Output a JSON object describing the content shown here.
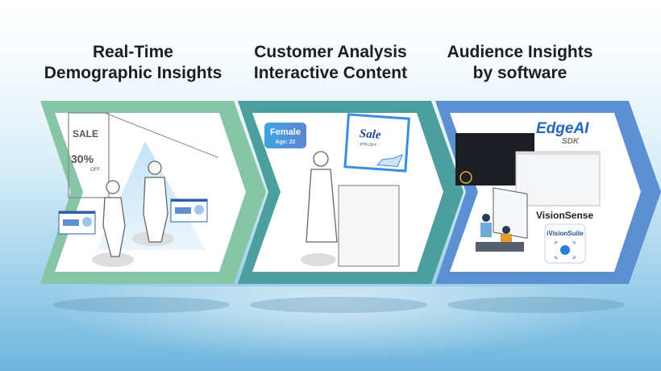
{
  "panels": [
    {
      "title_line1": "Real-Time",
      "title_line2": "Demographic Insights",
      "color": "#86c6a6",
      "sign_sale": "SALE",
      "sign_discount": "30%",
      "sign_off": "OFF"
    },
    {
      "title_line1": "Customer Analysis",
      "title_line2": "Interactive Content",
      "color": "#4d9f9e",
      "badge_gender": "Female",
      "badge_age": "Age: 22",
      "screen_sale": "Sale",
      "screen_discount": "40% OFF"
    },
    {
      "title_line1": "Audience Insights",
      "title_line2": "by software",
      "color": "#5d90d2",
      "logo_edgeai": "EdgeAI",
      "logo_sdk": "SDK",
      "visionsense": "VisionSense",
      "ivisionsuite": "iVisionSuite"
    }
  ]
}
